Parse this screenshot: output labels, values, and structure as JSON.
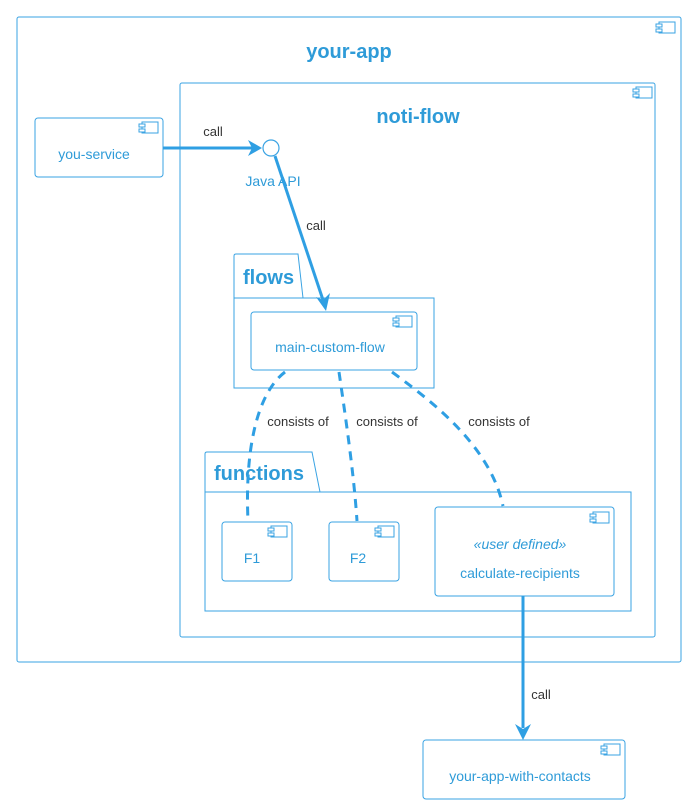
{
  "diagram": {
    "containers": {
      "your_app": "your-app",
      "noti_flow": "noti-flow",
      "flows": "flows",
      "functions": "functions"
    },
    "components": {
      "you_service": "you-service",
      "main_custom_flow": "main-custom-flow",
      "f1": "F1",
      "f2": "F2",
      "calc_stereotype": "«user defined»",
      "calc": "calculate-recipients",
      "contacts": "your-app-with-contacts"
    },
    "interface": {
      "java_api": "Java API"
    },
    "edges": {
      "call_service_api": "call",
      "call_api_flow": "call",
      "consists_f1": "consists of",
      "consists_f2": "consists of",
      "consists_calc": "consists of",
      "call_calc_contacts": "call"
    },
    "colors": {
      "accent": "#2f9fe3",
      "text_blue": "#2e9bd8",
      "edge_text": "#333333"
    }
  }
}
